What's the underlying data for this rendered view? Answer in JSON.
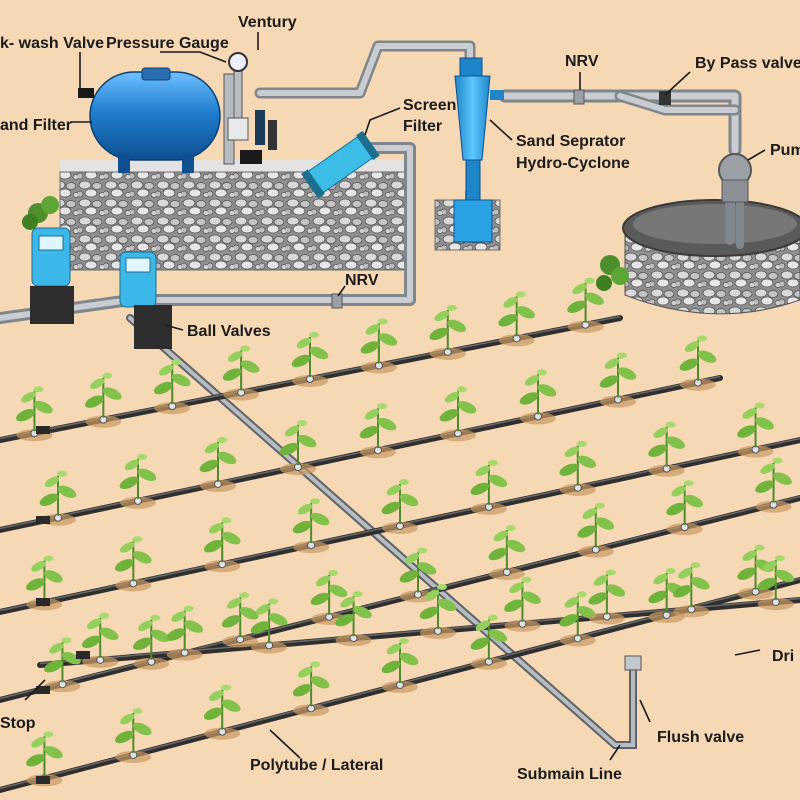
{
  "colors": {
    "soil": "#f6d8b4",
    "pipe": "#a2a8ae",
    "lateral": "#3a3a3a",
    "tank": "#1f7fd0",
    "cyclone": "#29a3e6",
    "concrete": "#cfcfcf",
    "leaf": "#6fb33a",
    "screen": "#3cbde8"
  },
  "labels": {
    "backwash_valve": "k- wash Valve",
    "pressure_gauge": "Pressure Gauge",
    "ventury": "Ventury",
    "sand_filter": "and Filter",
    "screen_filter_1": "Screen",
    "screen_filter_2": "Filter",
    "nrv_top": "NRV",
    "bypass_valve": "By Pass valve",
    "sand_separator_1": "Sand Seprator",
    "sand_separator_2": "Hydro-Cyclone",
    "pump": "Pum",
    "nrv_mid": "NRV",
    "ball_valves": "Ball Valves",
    "dripper": "Dri",
    "end_stop": "Stop",
    "flush_valve": "Flush valve",
    "polytube": "Polytube / Lateral",
    "submain": "Submain Line"
  },
  "icons": {
    "controller": "digital-controller-icon",
    "plant": "plant-icon",
    "dripper": "dripper-emitter-icon"
  }
}
